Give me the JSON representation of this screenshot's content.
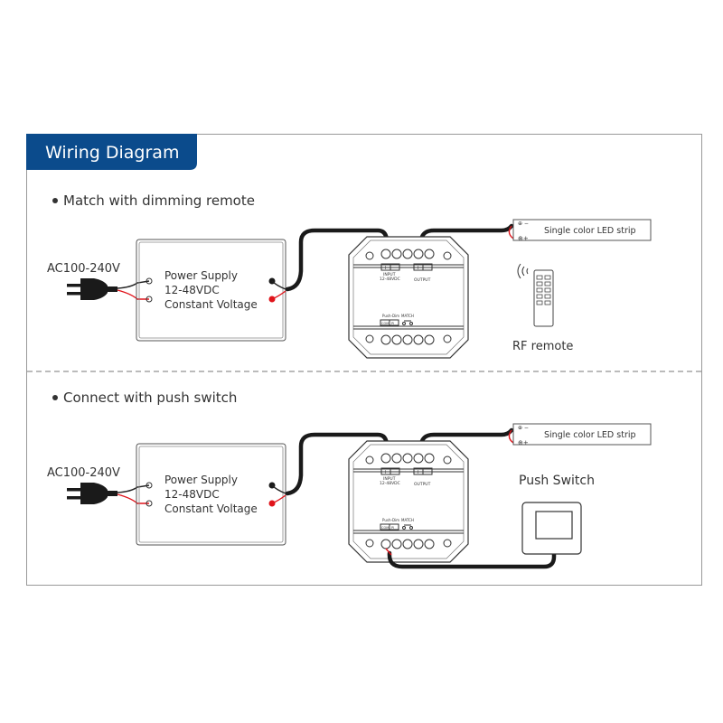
{
  "header": {
    "title": "Wiring Diagram",
    "color": "#0b4b8c"
  },
  "sections": [
    {
      "bullet": "Match with dimming remote",
      "ac_label": "AC100-240V",
      "power_supply": [
        "Power Supply",
        "12-48VDC",
        "Constant Voltage"
      ],
      "led_strip": "Single color LED strip",
      "accessory": "RF remote"
    },
    {
      "bullet": "Connect with push switch",
      "ac_label": "AC100-240V",
      "power_supply": [
        "Power Supply",
        "12-48VDC",
        "Constant Voltage"
      ],
      "led_strip": "Single color LED strip",
      "accessory": "Push Switch"
    }
  ],
  "controller": {
    "input_label": "INPUT",
    "input_voltage": "12-48VDC",
    "output_label": "OUTPUT",
    "pushdim_label": "Push-Dim",
    "match_label": "MATCH",
    "com_label": "COM",
    "pi_label": "PI",
    "plus": "+",
    "minus": "-"
  },
  "colors": {
    "positive_wire": "#e0141b",
    "cable": "#1a1a1a"
  }
}
